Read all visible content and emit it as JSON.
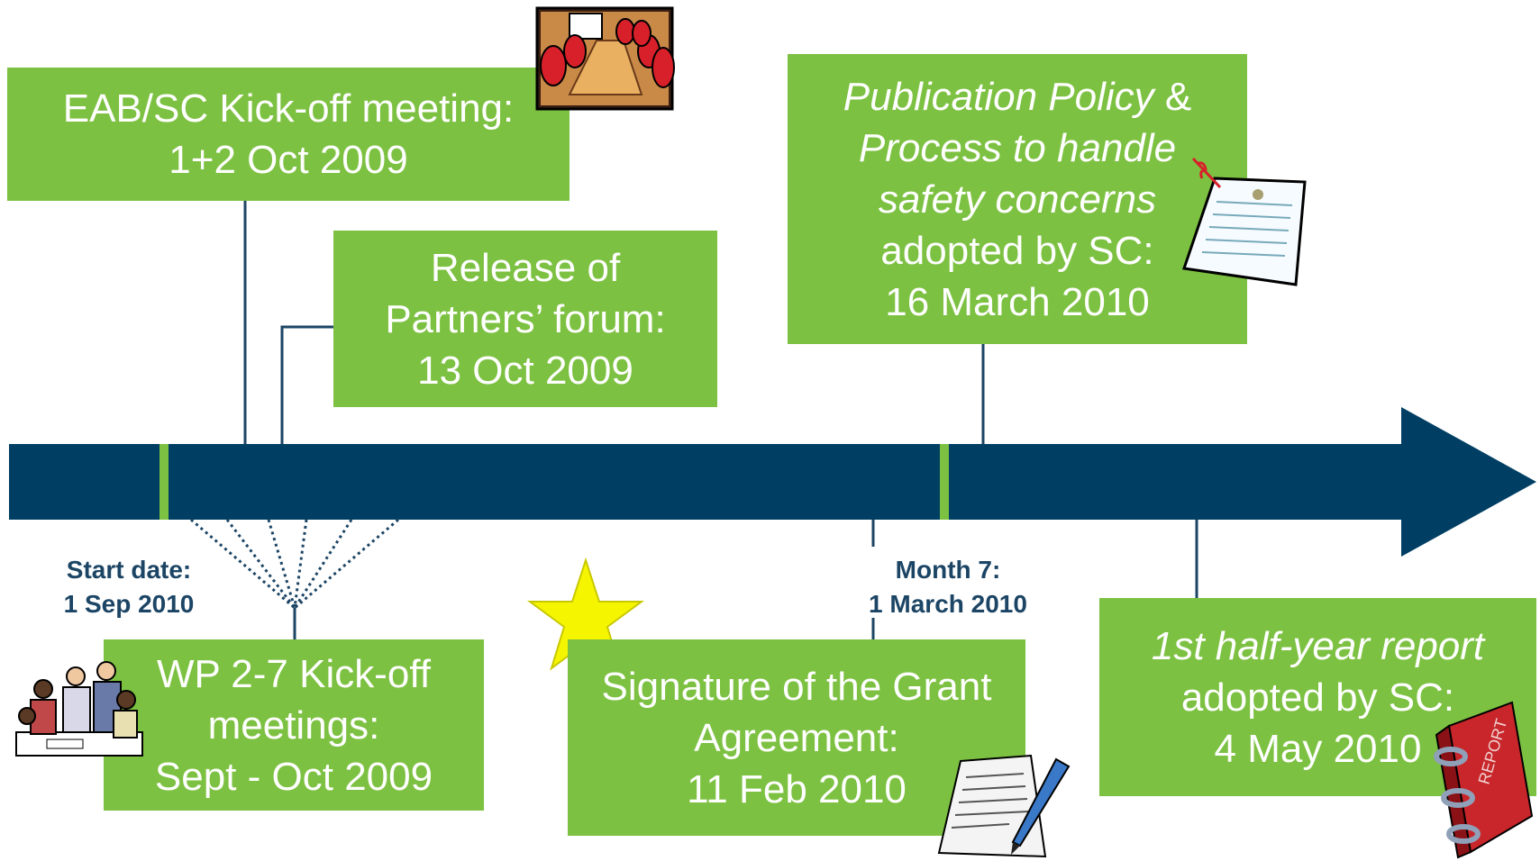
{
  "events": {
    "eab_kickoff": {
      "line1": "EAB/SC Kick-off meeting:",
      "line2": "1+2 Oct 2009"
    },
    "partners_forum": {
      "line1": "Release of",
      "line2": "Partners’ forum:",
      "line3": "13 Oct 2009"
    },
    "publication_policy": {
      "line1_italic": "Publication Policy",
      "line1_rest": " & ",
      "line2": "Process to handle",
      "line3": "safety concerns",
      "line4": "adopted by SC:",
      "line5": "16 March 2010"
    },
    "wp_kickoff": {
      "line1": "WP 2-7 Kick-off",
      "line2": "meetings:",
      "line3": "Sept - Oct 2009"
    },
    "grant_signature": {
      "line1": "Signature of the Grant",
      "line2": "Agreement:",
      "line3": "11 Feb 2010"
    },
    "half_year_report": {
      "line1": "1st half-year report",
      "line2": "adopted by SC:",
      "line3": "4 May 2010"
    }
  },
  "markers": {
    "start": {
      "line1": "Start date:",
      "line2": "1 Sep 2010"
    },
    "month7": {
      "line1": "Month 7:",
      "line2": "1 March 2010"
    }
  },
  "colors": {
    "timeline": "#003f63",
    "box": "#7dc142",
    "marker": "#7dc142",
    "label": "#1c4565",
    "star": "#f5f500"
  },
  "icons": [
    "meeting-room-icon",
    "document-pin-icon",
    "team-meeting-icon",
    "star-icon",
    "signing-contract-icon",
    "report-binder-icon"
  ]
}
